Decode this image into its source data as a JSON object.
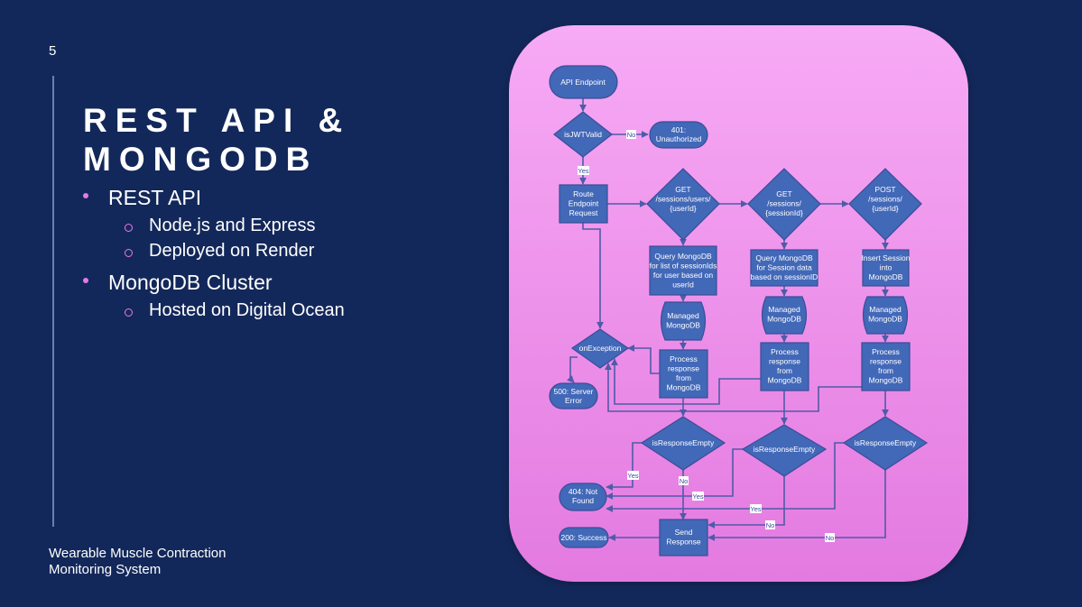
{
  "slide": {
    "number": "5",
    "title_line1": "REST API &",
    "title_line2": "MONGODB",
    "footer": "Wearable Muscle Contraction Monitoring System"
  },
  "bullets": [
    {
      "label": "REST API",
      "sub": [
        "Node.js and Express",
        "Deployed on Render"
      ]
    },
    {
      "label": "MongoDB Cluster",
      "sub": [
        "Hosted on Digital Ocean"
      ]
    }
  ],
  "flowchart": {
    "api_endpoint": "API Endpoint",
    "is_jwt_valid": "isJWTValid",
    "unauthorized": [
      "401:",
      "Unauthorized"
    ],
    "route_request": [
      "Route",
      "Endpoint",
      "Request"
    ],
    "get_sessions_users": [
      "GET",
      "/sessions/users/",
      "{userId}"
    ],
    "get_sessions": [
      "GET",
      "/sessions/",
      "{sessionId}"
    ],
    "post_sessions": [
      "POST",
      "/sessions/",
      "{userId}"
    ],
    "query_list": [
      "Query MongoDB",
      "for list of sessionIds",
      "for user based on",
      "userId"
    ],
    "query_session": [
      "Query MongoDB",
      "for Session data",
      "based on sessionID"
    ],
    "insert_session": [
      "Insert Session",
      "into",
      "MongoDB"
    ],
    "managed_mongodb": [
      "Managed",
      "MongoDB"
    ],
    "process_response": [
      "Process",
      "response",
      "from",
      "MongoDB"
    ],
    "on_exception": "onException",
    "server_error": [
      "500: Server",
      "Error"
    ],
    "is_response_empty": "isResponseEmpty",
    "not_found": [
      "404: Not",
      "Found"
    ],
    "send_response": [
      "Send",
      "Response"
    ],
    "success": "200: Success",
    "label_yes": "Yes",
    "label_no": "No"
  },
  "colors": {
    "background": "#13285a",
    "panel_top": "#f7aaf5",
    "panel_bottom": "#e37ae0",
    "shape_fill": "#4268b8",
    "connector": "#4f5ba8",
    "bullet_accent": "#e778e8"
  }
}
